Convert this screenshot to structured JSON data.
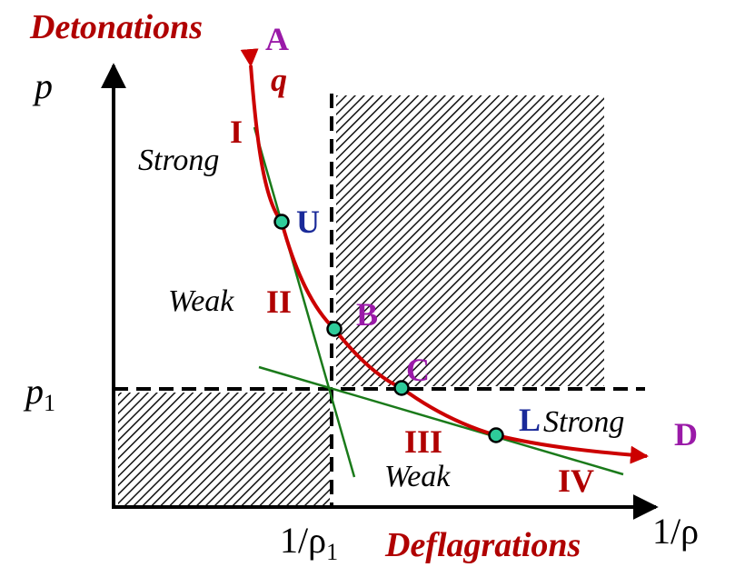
{
  "titles": {
    "top": "Detonations",
    "bottom": "Deflagrations"
  },
  "axes": {
    "y_label": "p",
    "y_tick": "p",
    "y_tick_sub": "1",
    "x_label": "1/ρ",
    "x_tick": "1/ρ",
    "x_tick_sub": "1"
  },
  "curve_labels": {
    "A": "A",
    "q": "q",
    "D": "D"
  },
  "regions": {
    "I": "I",
    "II": "II",
    "III": "III",
    "IV": "IV"
  },
  "points": {
    "U": "U",
    "B": "B",
    "C": "C",
    "L": "L"
  },
  "branch_labels": {
    "strong_upper": "Strong",
    "weak_upper": "Weak",
    "weak_lower": "Weak",
    "strong_lower": "Strong"
  },
  "colors": {
    "curve": "#cc0000",
    "tangent": "#1a7a1a",
    "point_fill": "#2ecc9a",
    "region_text": "#b00000",
    "point_text_blue": "#1a2a99",
    "point_text_purple": "#9a1aa8",
    "title_text": "#b00000"
  }
}
